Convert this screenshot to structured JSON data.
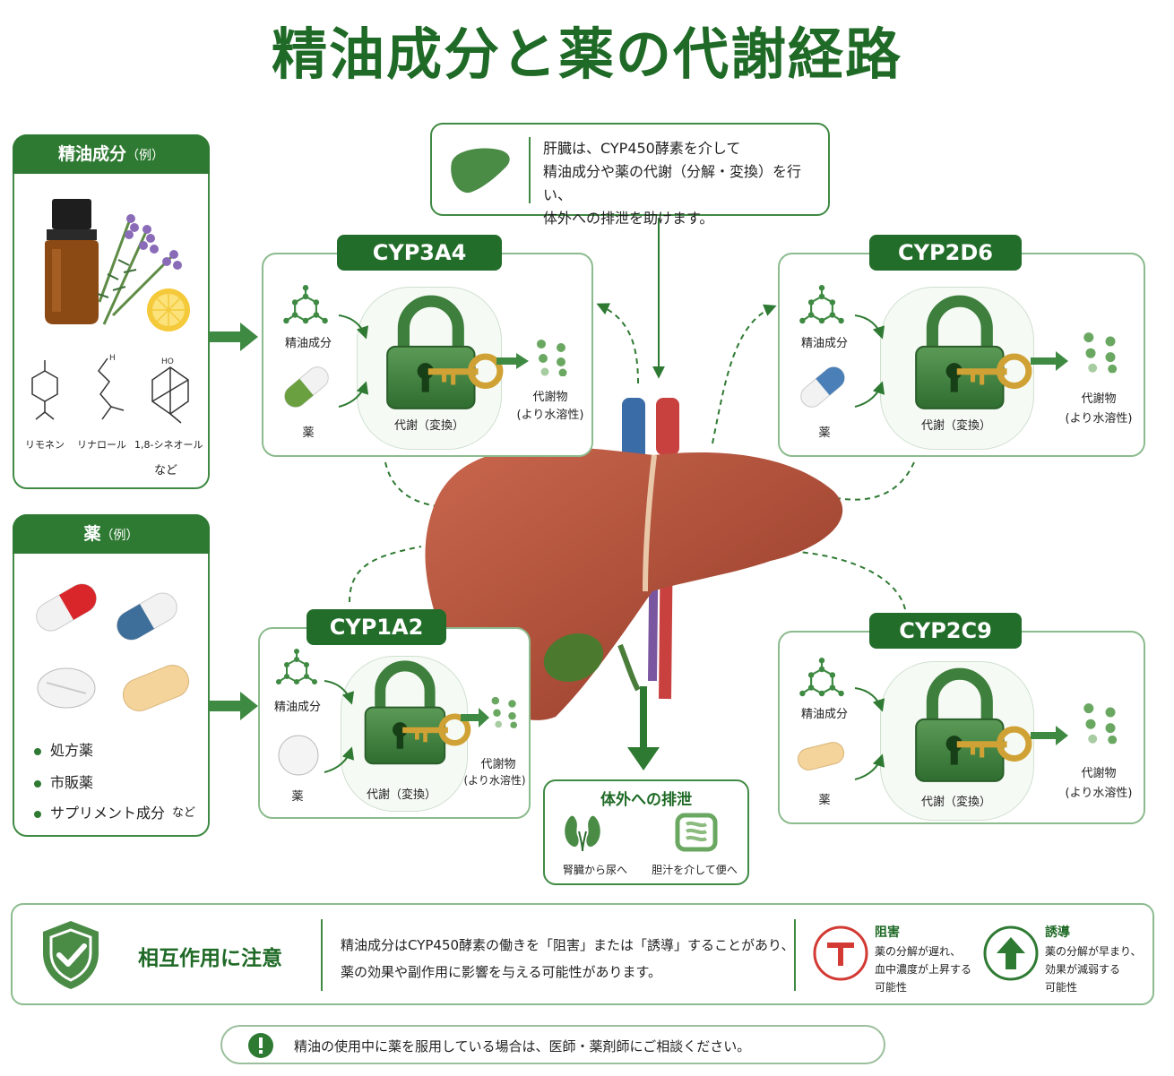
{
  "title": "精油成分と薬の代謝経路",
  "liver_info": {
    "line1": "肝臓は、CYP450酵素を介して",
    "line2": "精油成分や薬の代謝（分解・変換）を行い、",
    "line3": "体外への排泄を助けます。"
  },
  "essential_oils": {
    "heading": "精油成分",
    "heading_note": "（例）",
    "compounds": [
      "リモネン",
      "リナロール",
      "1,8-シネオール"
    ],
    "etc": "など"
  },
  "drugs": {
    "heading": "薬",
    "heading_note": "（例）",
    "items": [
      "処方薬",
      "市販薬",
      "サプリメント成分"
    ],
    "etc": "など"
  },
  "enzymes": [
    {
      "name": "CYP3A4",
      "input1": "精油成分",
      "input2": "薬",
      "process": "代謝（変換）",
      "output1": "代謝物",
      "output2": "(より水溶性)"
    },
    {
      "name": "CYP2D6",
      "input1": "精油成分",
      "input2": "薬",
      "process": "代謝（変換）",
      "output1": "代謝物",
      "output2": "(より水溶性)"
    },
    {
      "name": "CYP1A2",
      "input1": "精油成分",
      "input2": "薬",
      "process": "代謝（変換）",
      "output1": "代謝物",
      "output2": "(より水溶性)"
    },
    {
      "name": "CYP2C9",
      "input1": "精油成分",
      "input2": "薬",
      "process": "代謝（変換）",
      "output1": "代謝物",
      "output2": "(より水溶性)"
    }
  ],
  "excretion": {
    "heading": "体外への排泄",
    "kidney": "腎臓から尿へ",
    "bile": "胆汁を介して便へ"
  },
  "caution": {
    "heading": "相互作用に注意",
    "line1": "精油成分はCYP450酵素の働きを「阻害」または「誘導」することがあり、",
    "line2": "薬の効果や副作用に影響を与える可能性があります。",
    "inhibit_title": "阻害",
    "inhibit_l1": "薬の分解が遅れ、",
    "inhibit_l2": "血中濃度が上昇する",
    "inhibit_l3": "可能性",
    "induce_title": "誘導",
    "induce_l1": "薬の分解が早まり、",
    "induce_l2": "効果が減弱する",
    "induce_l3": "可能性"
  },
  "footer_note": "精油の使用中に薬を服用している場合は、医師・薬剤師にご相談ください。",
  "colors": {
    "green_dark": "#1f6a26",
    "green": "#2f7a33",
    "green_light": "#8cbb8e",
    "inhibit_red": "#d23a33",
    "liver": "#b4553f"
  }
}
